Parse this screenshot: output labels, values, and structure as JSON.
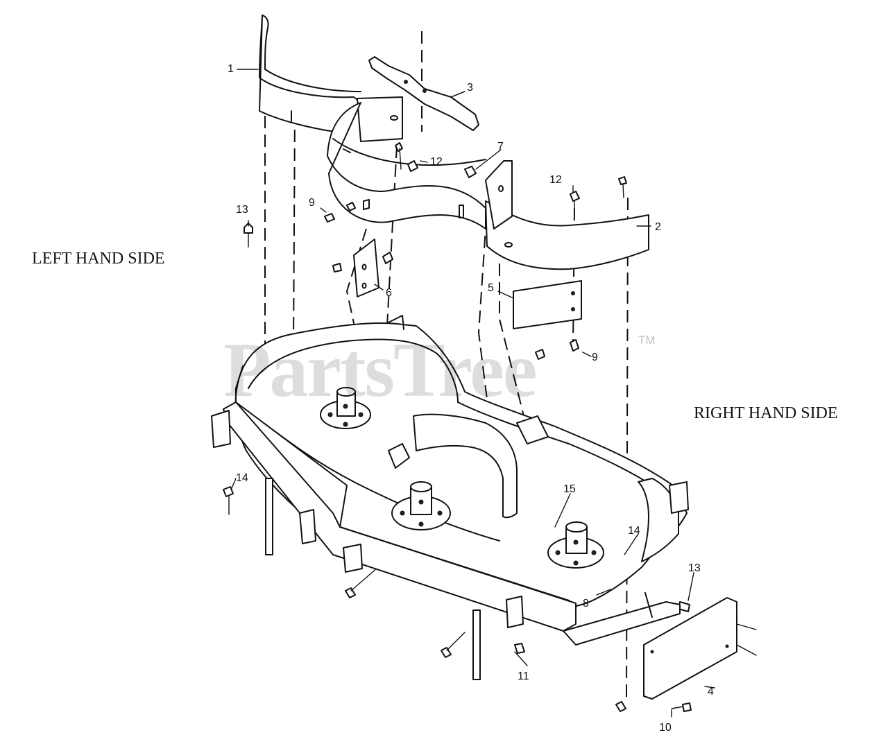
{
  "labels": {
    "left_side": "LEFT HAND SIDE",
    "right_side": "RIGHT HAND SIDE"
  },
  "watermark": {
    "text": "PartsTree",
    "trademark": "TM"
  },
  "callouts": [
    "1",
    "2",
    "3",
    "4",
    "5",
    "6",
    "7",
    "8",
    "9",
    "9",
    "10",
    "11",
    "12",
    "12",
    "13",
    "13",
    "14",
    "14",
    "15"
  ]
}
